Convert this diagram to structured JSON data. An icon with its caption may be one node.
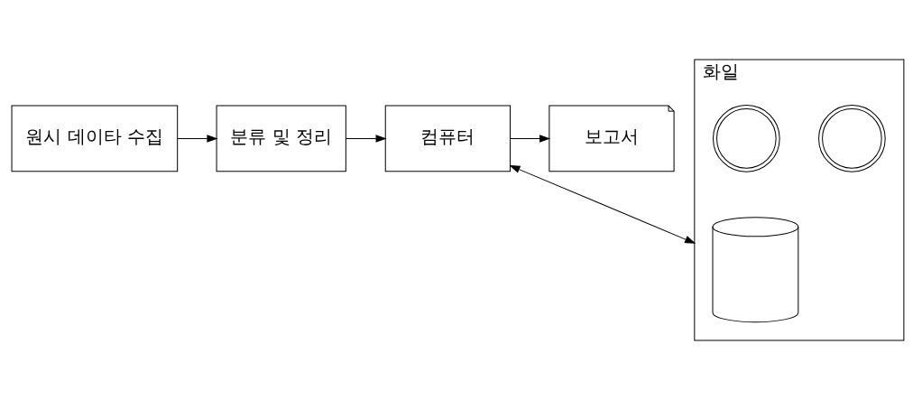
{
  "diagram": {
    "nodes": [
      {
        "text": [
          "원시 데이타 수집"
        ]
      },
      {
        "text": [
          "분류 및 정리"
        ]
      },
      {
        "text": [
          "컴퓨터"
        ]
      },
      {
        "text": [
          "보고서"
        ]
      },
      {
        "text": [
          "화일"
        ]
      },
      {
        "text": [],
        "shape": "circle",
        "in": 4
      },
      {
        "text": [],
        "shape": "circle",
        "in": 4
      },
      {
        "text": [],
        "shape": "cylinder",
        "in": 4
      }
    ],
    "edges": [
      {
        "from": 0,
        "to": 1,
        "arrow": "to"
      },
      {
        "from": 1,
        "to": 2,
        "arrow": "to"
      },
      {
        "from": 2,
        "to": 3,
        "arrow": "to"
      },
      {
        "from": 2,
        "to": 4,
        "arrow": "both"
      }
    ]
  }
}
